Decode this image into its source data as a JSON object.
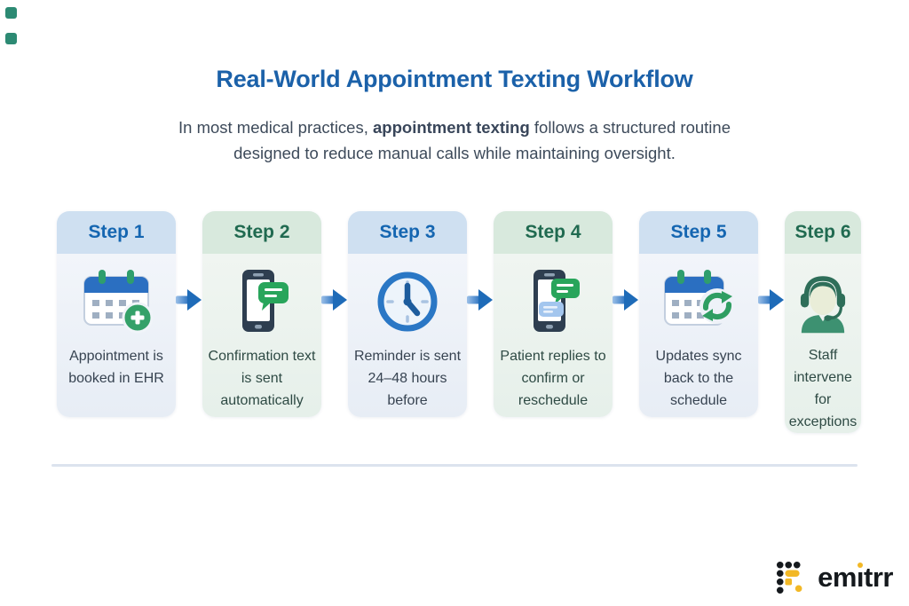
{
  "header": {
    "title": "Real-World Appointment Texting Workflow",
    "subtitle_pre": "In most medical practices, ",
    "subtitle_bold": "appointment texting",
    "subtitle_post": " follows a structured routine designed to reduce manual calls while maintaining oversight."
  },
  "workflow": {
    "steps": [
      {
        "label": "Step 1",
        "theme": "blue",
        "icon": "calendar-plus-icon",
        "text": "Appointment is booked in EHR"
      },
      {
        "label": "Step 2",
        "theme": "green",
        "icon": "phone-message-icon",
        "text": "Confirmation text is sent automatically"
      },
      {
        "label": "Step 3",
        "theme": "blue",
        "icon": "clock-icon",
        "text": "Reminder is sent 24–48 hours before"
      },
      {
        "label": "Step 4",
        "theme": "green",
        "icon": "phone-replies-icon",
        "text": "Patient replies to confirm or reschedule"
      },
      {
        "label": "Step 5",
        "theme": "blue",
        "icon": "calendar-sync-icon",
        "text": "Updates sync back to the schedule"
      },
      {
        "label": "Step 6",
        "theme": "green",
        "icon": "headset-agent-icon",
        "text": "Staff intervene for exceptions"
      }
    ]
  },
  "footer": {
    "logo_text": "emitrr",
    "logo_part_pre": "em",
    "logo_part_i": "ı",
    "logo_part_post": "trr"
  },
  "colors": {
    "title_blue": "#1b61a9",
    "subtitle_gray": "#3d4a5a",
    "step_blue_text": "#1566b1",
    "step_blue_bg": "#cfe0f1",
    "step_green_text": "#206a50",
    "step_green_bg": "#d8e9dd",
    "arrow_blue": "#1e6bb8",
    "icon_green": "#2f9e6d",
    "icon_navy": "#2e3e50",
    "divider": "#dce3ee",
    "corner_teal": "#2c8a73",
    "logo_black": "#15191d",
    "logo_yellow": "#f2b826"
  }
}
